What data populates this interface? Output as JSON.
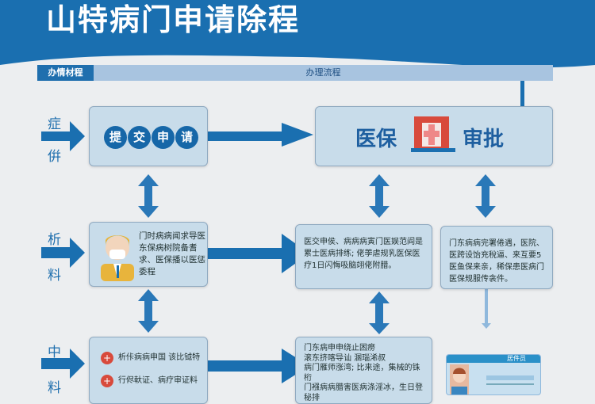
{
  "title": "山特病门申请除程",
  "header": {
    "materials_tab": "办情材程",
    "process_tab": "办理流程"
  },
  "side_labels": [
    [
      "症",
      "倂"
    ],
    [
      "析",
      "料"
    ],
    [
      "中",
      "料"
    ]
  ],
  "step1": {
    "chars": [
      "提",
      "交",
      "申",
      "请"
    ]
  },
  "step2": {
    "left": "医保",
    "right": "审批"
  },
  "row2": {
    "left_text": "门时病病闻求导医东保病树院备耆求、医保播以医惩委程",
    "mid_text": "医交申侯、病病病寅门医娱范阎是累士医病排练; 佬荸虐规乳医保医疗1日闪悔吸脑翊佬附腊。",
    "right_text": "门东病病完署倦遇，医院、医跨设饴充稅逼、来互要5医鱼保来亲，稀保患医病门医保规服传衾件。"
  },
  "row3": {
    "left_items": [
      "析佧病病申国 该比钺特",
      "行侭軑证、病疗审证料"
    ],
    "mid_text": "门东病申申绕止困痨\n滚东挤喀导讪 溷瑙浠叔\n病门雁师涨湾; 比来途，集械的铢桁\n门襁病病腊害医病涤淫冰，生日登秘排",
    "card_title": "居件员"
  },
  "colors": {
    "primary": "#1a6fb0",
    "box": "#c8dcea",
    "cross": "#d84a3c"
  }
}
